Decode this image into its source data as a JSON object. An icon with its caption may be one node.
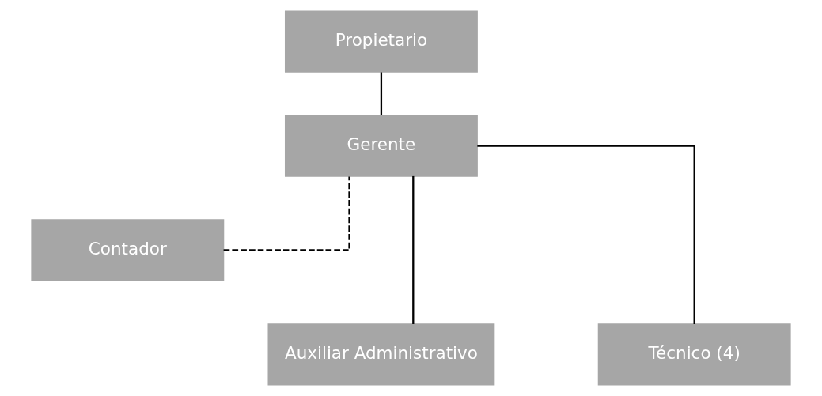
{
  "diagram": {
    "nodes": [
      {
        "text": [
          "Propietario"
        ]
      },
      {
        "text": [
          "Gerente"
        ]
      },
      {
        "text": [
          "Contador"
        ]
      },
      {
        "text": [
          "Auxiliar Administrativo"
        ]
      },
      {
        "text": [
          "Técnico (4)"
        ]
      }
    ],
    "edges": [
      {
        "from": 0,
        "to": 1,
        "arrow": "none"
      },
      {
        "from": 2,
        "to": 1,
        "arrow": "none",
        "style": "dashed"
      },
      {
        "from": 1,
        "to": 3,
        "arrow": "none"
      },
      {
        "from": 1,
        "to": 4,
        "arrow": "none"
      }
    ]
  }
}
